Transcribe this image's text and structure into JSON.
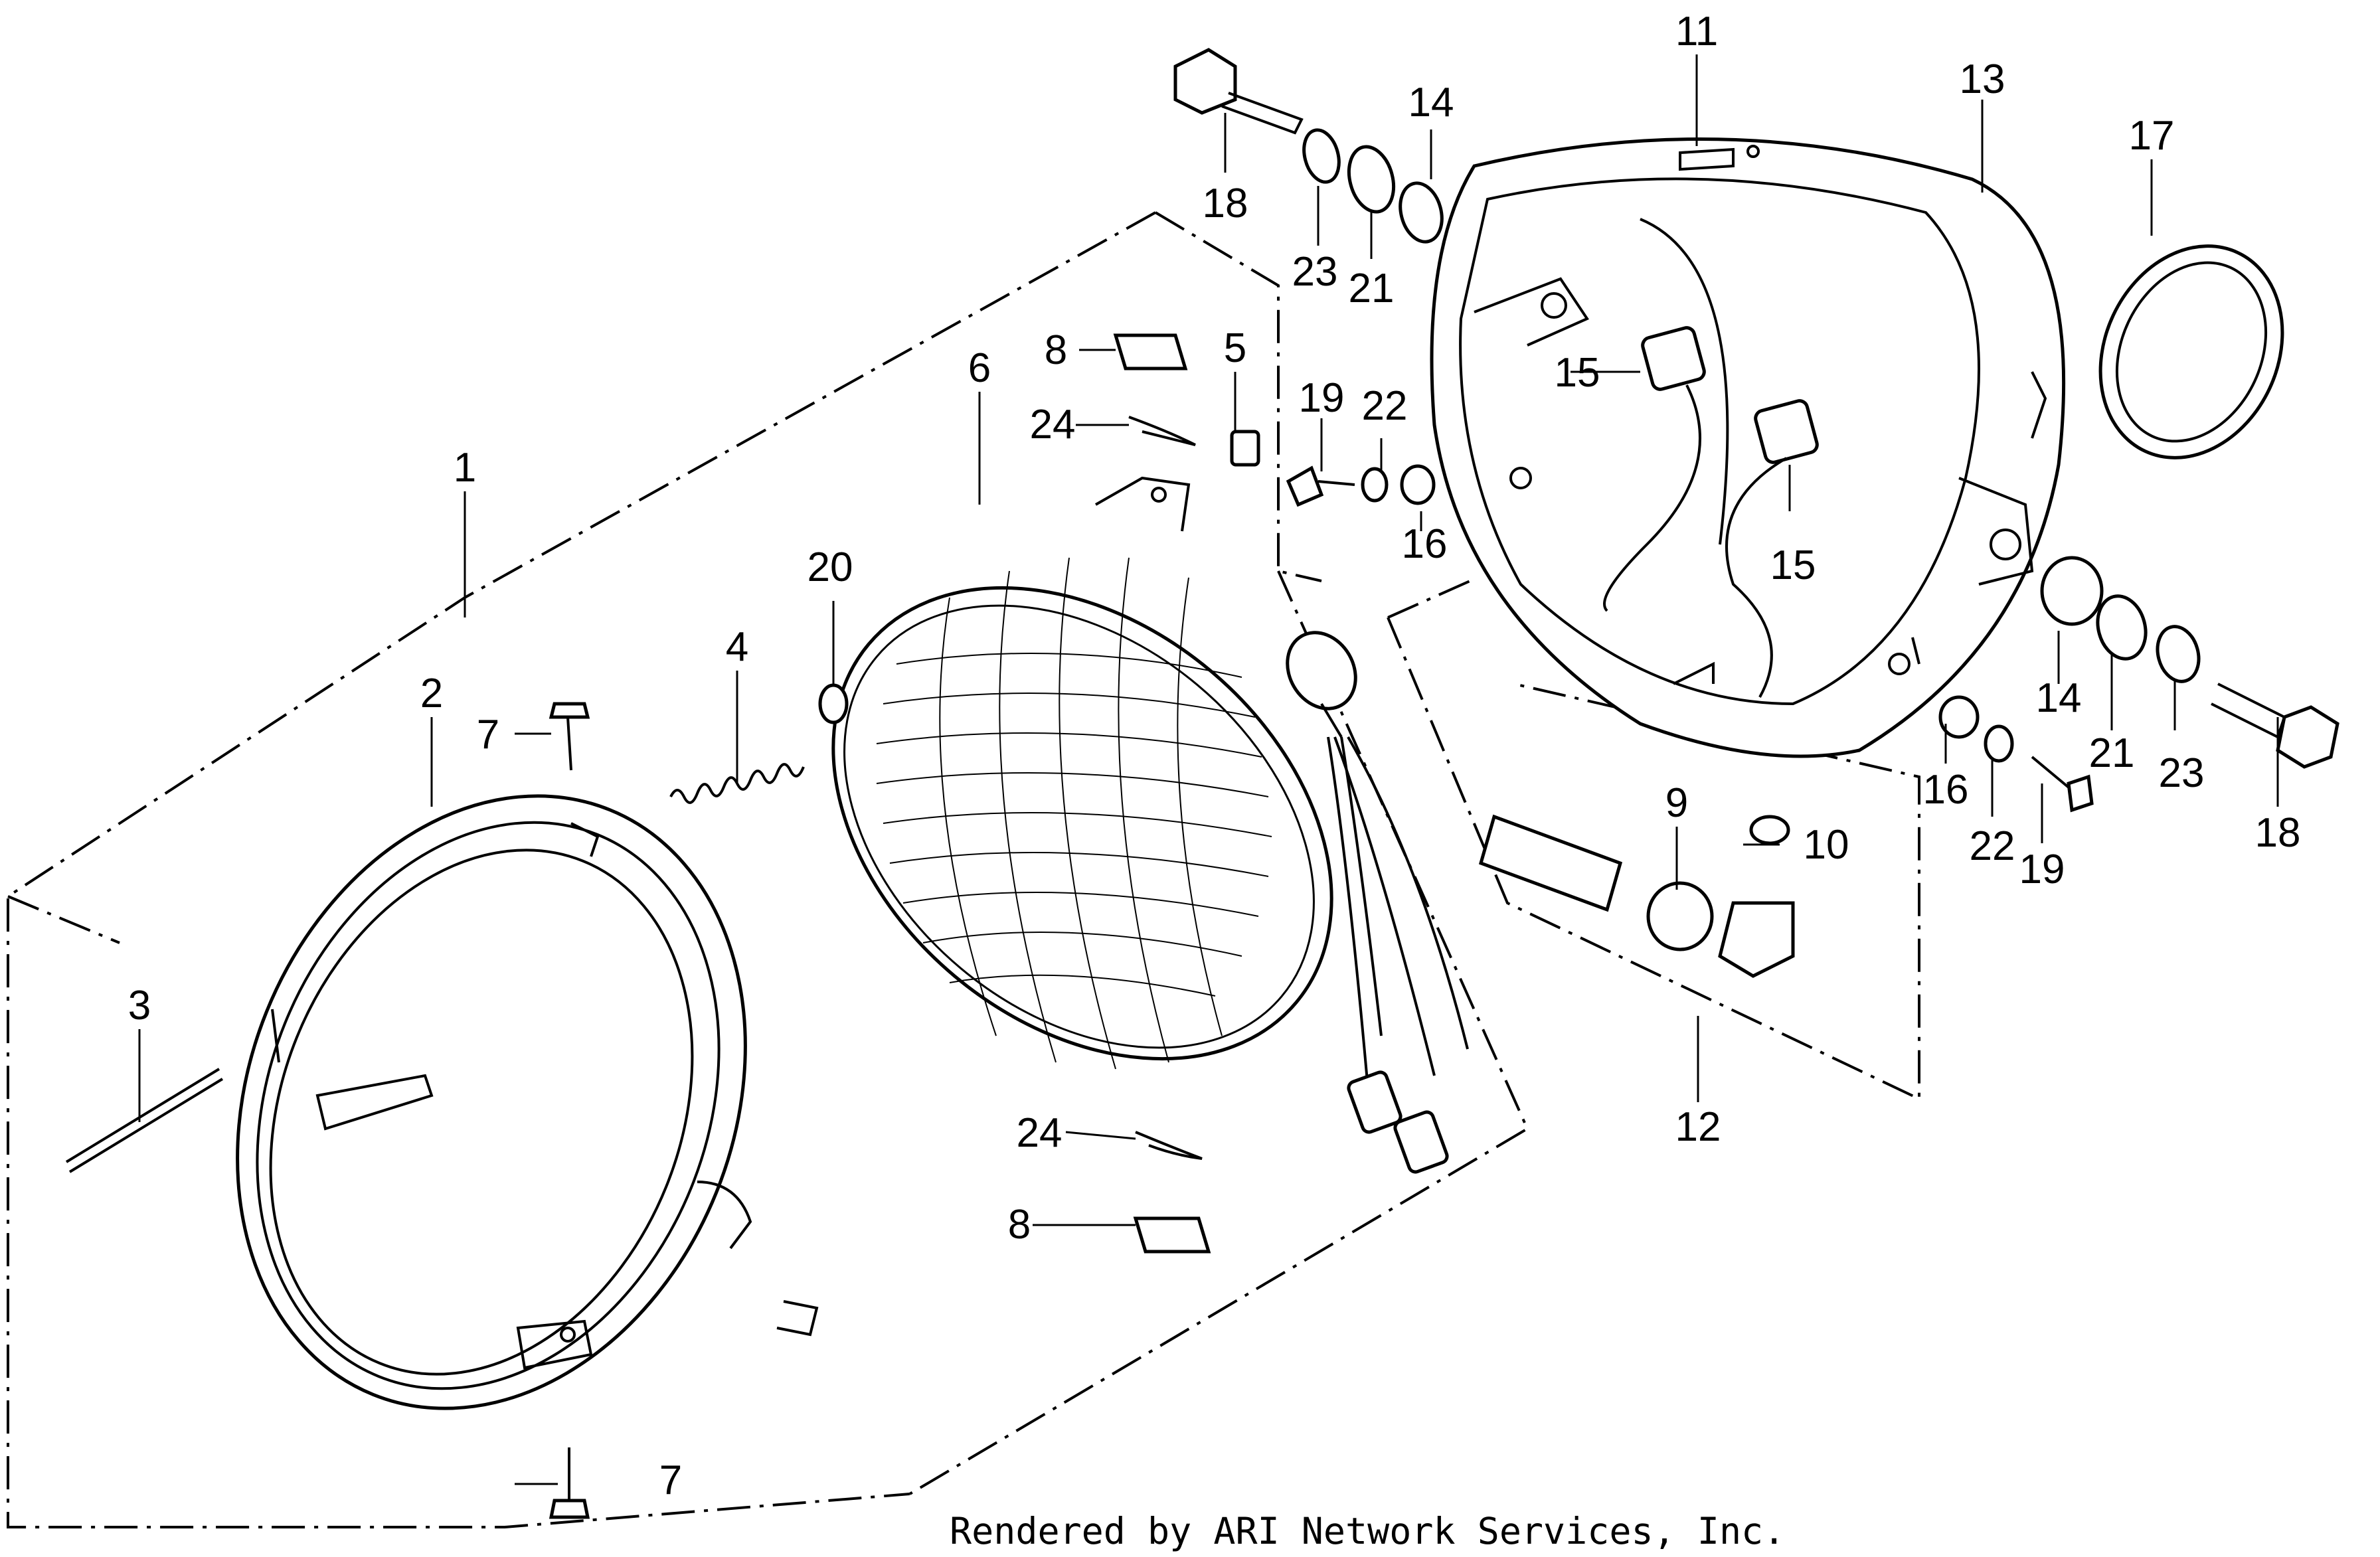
{
  "diagram": {
    "callouts": [
      "1",
      "2",
      "3",
      "4",
      "5",
      "6",
      "7",
      "7",
      "8",
      "8",
      "9",
      "10",
      "11",
      "12",
      "13",
      "14",
      "14",
      "15",
      "15",
      "16",
      "16",
      "17",
      "18",
      "18",
      "19",
      "19",
      "20",
      "21",
      "21",
      "22",
      "22",
      "23",
      "23",
      "24",
      "24"
    ],
    "parts": {
      "1": "1",
      "2": "2",
      "3": "3",
      "4": "4",
      "5": "5",
      "6": "6",
      "7a": "7",
      "7b": "7",
      "8a": "8",
      "8b": "8",
      "9": "9",
      "10": "10",
      "11": "11",
      "12": "12",
      "13": "13",
      "14a": "14",
      "14b": "14",
      "15a": "15",
      "15b": "15",
      "16a": "16",
      "16b": "16",
      "17": "17",
      "18a": "18",
      "18b": "18",
      "19a": "19",
      "19b": "19",
      "20": "20",
      "21a": "21",
      "21b": "21",
      "22a": "22",
      "22b": "22",
      "23a": "23",
      "23b": "23",
      "24a": "24",
      "24b": "24"
    }
  },
  "footer": {
    "text": "Rendered by ARI Network Services, Inc."
  }
}
